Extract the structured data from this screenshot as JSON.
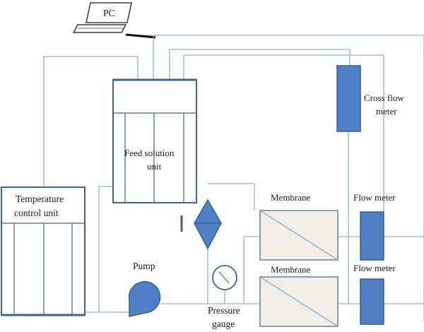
{
  "colors": {
    "accent_blue": "#4f7fc4",
    "outline_blue": "#3d6391",
    "pipe": "#8fb3cf",
    "membrane_fill": "#f1efe5"
  },
  "labels": {
    "pc": "PC",
    "cross_flow_meter_line1": "Cross flow",
    "cross_flow_meter_line2": "meter",
    "feed_solution_line1": "Feed solution",
    "feed_solution_line2": "unit",
    "temperature_line1": "Temperature",
    "temperature_line2": "control unit",
    "membrane_top": "Membrane",
    "membrane_bottom": "Membrane",
    "flow_meter_top": "Flow meter",
    "flow_meter_bottom": "Flow meter",
    "pump": "Pump",
    "pressure_line1": "Pressure",
    "pressure_line2": "gauge"
  },
  "icons": {
    "pc": "laptop-icon",
    "pump": "pump-icon",
    "pressure_gauge": "gauge-icon",
    "heat_exchanger": "diamond-icon"
  }
}
